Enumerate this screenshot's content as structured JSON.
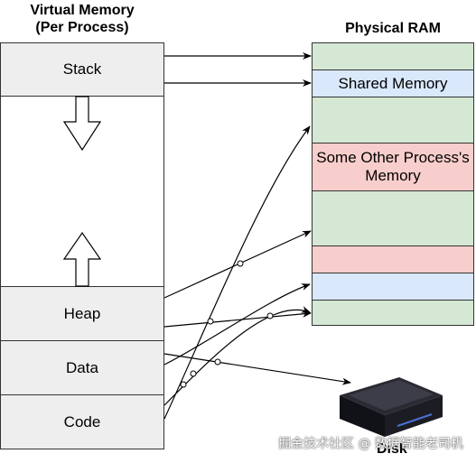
{
  "virtual_memory": {
    "title_line1": "Virtual Memory",
    "title_line2": "(Per Process)",
    "segments": {
      "stack": "Stack",
      "heap": "Heap",
      "data": "Data",
      "code": "Code"
    }
  },
  "physical_ram": {
    "title": "Physical RAM",
    "shared_memory": "Shared Memory",
    "other_process_memory": "Some Other Process's Memory"
  },
  "disk": {
    "label": "Disk"
  },
  "watermark": "掘金技术社区 @ 数据智能老司机",
  "colors": {
    "segment_gray": "#eeeeee",
    "ram_green": "#d5e8d4",
    "ram_blue": "#dae8fc",
    "ram_red": "#f8cecc"
  }
}
